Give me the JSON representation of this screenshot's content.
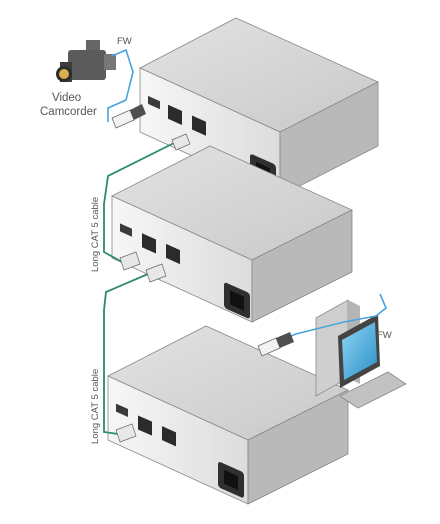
{
  "labels": {
    "camcorder_line1": "Video",
    "camcorder_line2": "Camcorder",
    "fw_top": "FW",
    "fw_right": "FW",
    "cable_upper": "Long CAT 5 cable",
    "cable_lower": "Long CAT 5 cable"
  },
  "colors": {
    "firewire_cable": "#4aa3df",
    "cat5_cable": "#2e8b6a",
    "device_top": "#d7d7d7",
    "device_front": "#efefef",
    "device_side": "#bdbdbd"
  }
}
